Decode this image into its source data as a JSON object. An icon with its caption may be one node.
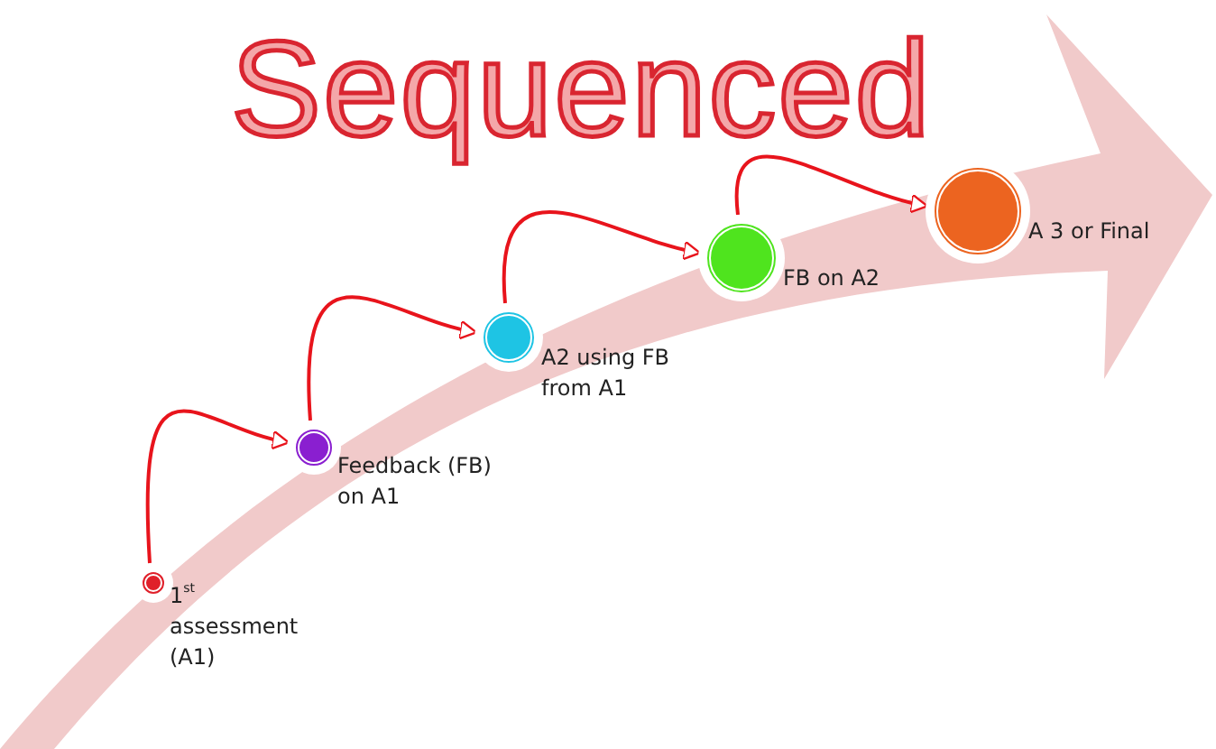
{
  "diagram": {
    "title": "Sequenced",
    "nodes": [
      {
        "text": [],
        "shape": "circle",
        "beside": [
          "1$^{st}$ assessment (A1)"
        ]
      },
      {
        "text": [],
        "shape": "circle",
        "beside": [
          "Feedback (FB) on A1"
        ]
      },
      {
        "text": [],
        "shape": "circle",
        "beside": [
          "A2 using FB from A1"
        ]
      },
      {
        "text": [],
        "shape": "circle",
        "beside": [
          "FB on A2"
        ]
      },
      {
        "text": [],
        "shape": "circle",
        "beside": [
          "A 3 or Final"
        ]
      }
    ],
    "edges": [
      {
        "from": 0,
        "to": 1,
        "arrow": "to"
      },
      {
        "from": 1,
        "to": 2,
        "arrow": "to"
      },
      {
        "from": 2,
        "to": 3,
        "arrow": "to"
      },
      {
        "from": 3,
        "to": 4,
        "arrow": "to"
      }
    ]
  }
}
